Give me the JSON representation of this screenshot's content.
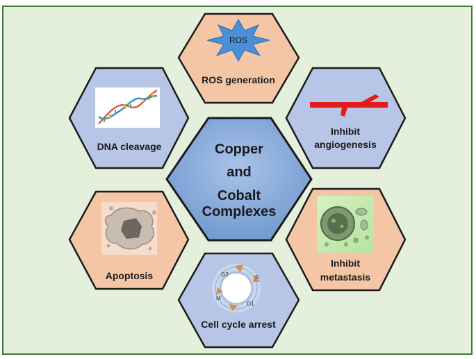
{
  "colors": {
    "background": "#e4efdc",
    "border": "#3f7a38",
    "blue_hex": "#b7c6e6",
    "peach_hex": "#f4c6a6",
    "center_hex": "#7fa6d8",
    "outline": "#1a1a1a"
  },
  "center": {
    "line1": "Copper",
    "line2": "and",
    "line3": "Cobalt",
    "line4": "Complexes"
  },
  "hexagons": {
    "ros": {
      "label": "ROS generation",
      "icon_text": "ROS",
      "icon": "ros-starburst-icon",
      "color": "peach"
    },
    "angiogenesis": {
      "line1": "Inhibit",
      "line2": "angiogenesis",
      "icon": "blood-vessel-icon",
      "color": "blue"
    },
    "metastasis": {
      "line1": "Inhibit",
      "line2": "metastasis",
      "icon": "metastatic-cell-icon",
      "color": "peach"
    },
    "cellcycle": {
      "label": "Cell cycle arrest",
      "icon": "cell-cycle-icon",
      "color": "blue",
      "phases": {
        "g2": "G2",
        "s": "S",
        "m": "M",
        "g1": "G1"
      }
    },
    "apoptosis": {
      "label": "Apoptosis",
      "icon": "apoptotic-cell-icon",
      "color": "peach"
    },
    "dna": {
      "label": "DNA cleavage",
      "icon": "dna-helix-icon",
      "color": "blue"
    }
  }
}
